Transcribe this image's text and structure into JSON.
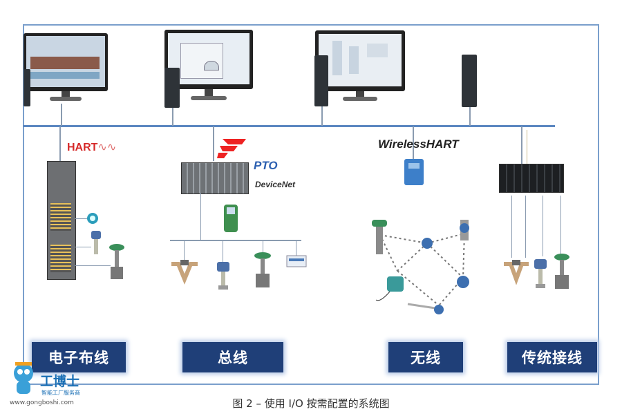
{
  "logos": {
    "hart": "HART",
    "pto": "PTO",
    "devicenet": "DeviceNet",
    "wirelesshart": "WirelessHART"
  },
  "labels": {
    "electronic_marshalling": "电子布线",
    "fieldbus": "总线",
    "wireless": "无线",
    "traditional_wiring": "传统接线"
  },
  "caption": "图 2 – 使用 I/O 按需配置的系统图",
  "watermark": {
    "brand": "工博士",
    "subtitle": "智能工厂服务商",
    "url": "www.gongboshi.com"
  },
  "colors": {
    "tag_bg": "#1f3f78",
    "bus": "#5a86c0",
    "hart_red": "#d62a2a",
    "pto_blue": "#2b5fb0"
  }
}
